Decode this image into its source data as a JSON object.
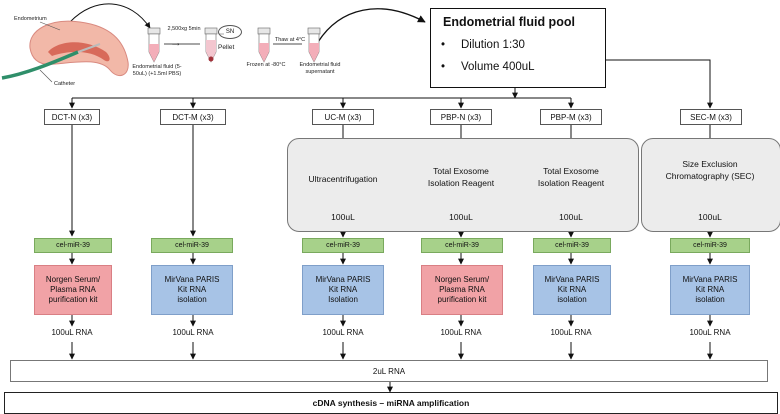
{
  "illustration": {
    "endometrium_label": "Endometrium",
    "catheter_label": "Catheter",
    "step1_caption": "Endometrial fluid (5-50uL) (+1.5ml PBS)",
    "centrifuge_label": "2,500xg 5min",
    "sn_label": "SN",
    "pellet_label": "Pellet",
    "frozen_label": "Frozen at -80°C",
    "thaw_label": "Thaw at 4°C",
    "supernatant_label": "Endometrial fluid supernatant"
  },
  "pool": {
    "title": "Endometrial fluid pool",
    "items": [
      "Dilution 1:30",
      "Volume 400uL"
    ]
  },
  "methods": [
    {
      "label": "DCT-N (x3)",
      "kit_color": "red",
      "kit_lines": [
        "Norgen Serum/",
        "Plasma RNA",
        "purification kit"
      ]
    },
    {
      "label": "DCT-M (x3)",
      "kit_color": "blue",
      "kit_lines": [
        "MirVana PARIS",
        "Kit RNA",
        "isolation"
      ]
    },
    {
      "label": "UC-M (x3)",
      "kit_color": "blue",
      "kit_lines": [
        "MirVana PARIS",
        "Kit RNA",
        "Isolation"
      ]
    },
    {
      "label": "PBP-N (x3)",
      "kit_color": "red",
      "kit_lines": [
        "Norgen Serum/",
        "Plasma RNA",
        "purification kit"
      ]
    },
    {
      "label": "PBP-M (x3)",
      "kit_color": "blue",
      "kit_lines": [
        "MirVana PARIS",
        "Kit RNA",
        "isolation"
      ]
    },
    {
      "label": "SEC-M (x3)",
      "kit_color": "blue",
      "kit_lines": [
        "MirVana PARIS",
        "Kit RNA",
        "isolation"
      ]
    }
  ],
  "processing": {
    "uc": [
      "Ultracentrifugation"
    ],
    "pbp_n": [
      "Total Exosome",
      "Isolation Reagent"
    ],
    "pbp_m": [
      "Total Exosome",
      "Isolation Reagent"
    ],
    "sec": [
      "Size Exclusion",
      "Chromatography (SEC)"
    ],
    "volume": "100uL"
  },
  "spike_in": "cel-miR-39",
  "rna_output": "100uL RNA",
  "pooled_rna": "2uL RNA",
  "final_step": "cDNA synthesis – miRNA amplification",
  "colors": {
    "spike_in": "#a7d18a",
    "kit_red": "#f1a2a6",
    "kit_blue": "#a7c3e6",
    "panel": "#ececec"
  }
}
